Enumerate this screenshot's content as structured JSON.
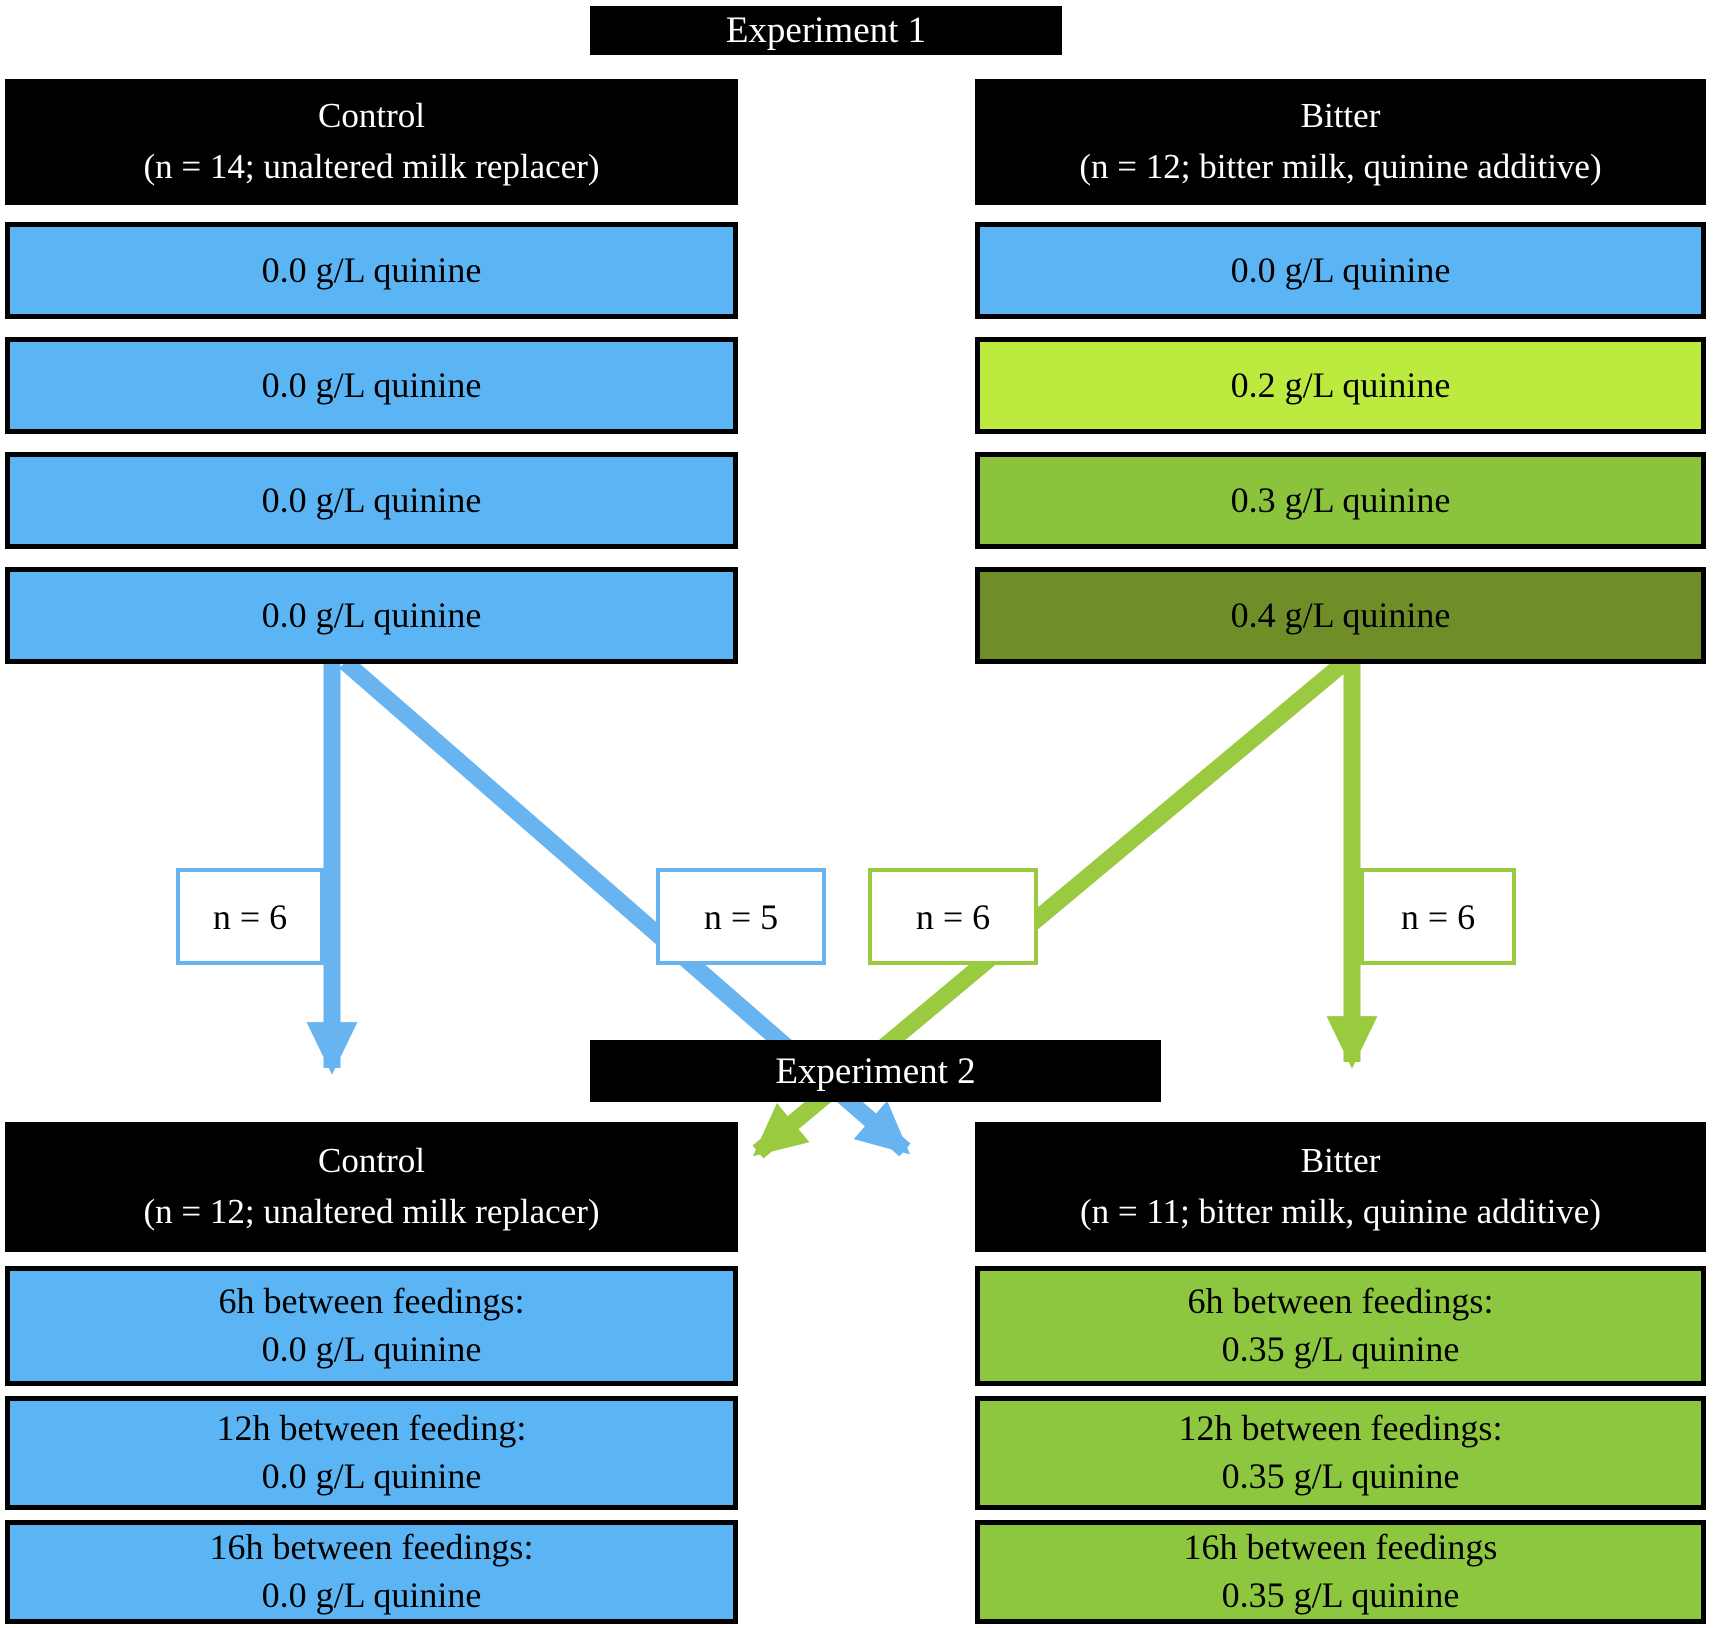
{
  "experiment1": {
    "title": "Experiment 1",
    "control": {
      "header_line1": "Control",
      "header_line2": "(n = 14; unaltered milk replacer)",
      "boxes": [
        {
          "label": "0.0 g/L quinine",
          "color": "#5BB4F4"
        },
        {
          "label": "0.0 g/L quinine",
          "color": "#5BB4F4"
        },
        {
          "label": "0.0 g/L quinine",
          "color": "#5BB4F4"
        },
        {
          "label": "0.0 g/L quinine",
          "color": "#5BB4F4"
        }
      ]
    },
    "bitter": {
      "header_line1": "Bitter",
      "header_line2": "(n = 12; bitter milk, quinine additive)",
      "boxes": [
        {
          "label": "0.0 g/L quinine",
          "color": "#5BB4F4"
        },
        {
          "label": "0.2 g/L quinine",
          "color": "#BDEA3E"
        },
        {
          "label": "0.3 g/L quinine",
          "color": "#8BC43C"
        },
        {
          "label": "0.4 g/L quinine",
          "color": "#708E28"
        }
      ]
    }
  },
  "flow": {
    "labels": [
      {
        "text": "n = 6",
        "border_color": "#67B4F0"
      },
      {
        "text": "n = 5",
        "border_color": "#67B4F0"
      },
      {
        "text": "n = 6",
        "border_color": "#99CA3F"
      },
      {
        "text": "n = 6",
        "border_color": "#99CA3F"
      }
    ],
    "arrow_blue": "#67B4F0",
    "arrow_green": "#99CA3F"
  },
  "experiment2": {
    "title": "Experiment 2",
    "control": {
      "header_line1": "Control",
      "header_line2": "(n = 12; unaltered milk replacer)",
      "box_color": "#5BB4F4",
      "boxes": [
        {
          "line1": "6h between feedings:",
          "line2": "0.0 g/L quinine"
        },
        {
          "line1": "12h between feeding:",
          "line2": "0.0 g/L quinine"
        },
        {
          "line1": "16h between feedings:",
          "line2": "0.0 g/L quinine"
        }
      ]
    },
    "bitter": {
      "header_line1": "Bitter",
      "header_line2": "(n = 11; bitter milk, quinine additive)",
      "box_color": "#8DC63F",
      "boxes": [
        {
          "line1": "6h between feedings:",
          "line2": "0.35 g/L quinine"
        },
        {
          "line1": "12h between feedings:",
          "line2": "0.35 g/L quinine"
        },
        {
          "line1": "16h between feedings",
          "line2": "0.35 g/L quinine"
        }
      ]
    }
  }
}
